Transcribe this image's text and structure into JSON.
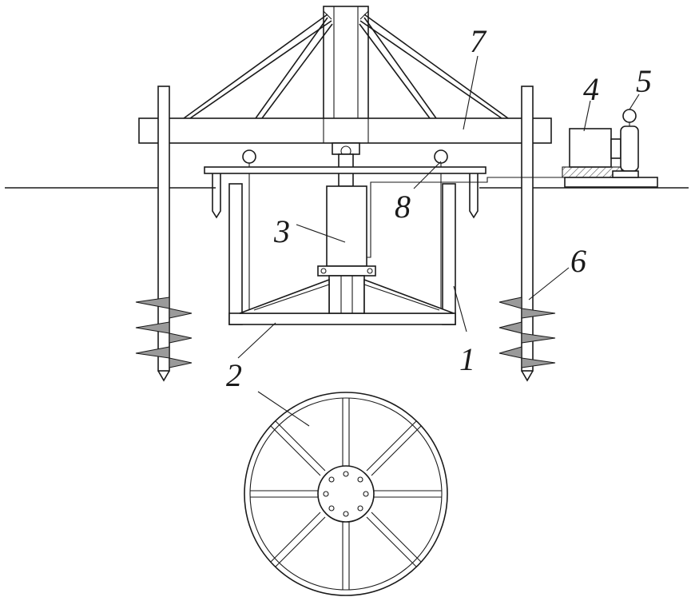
{
  "labels": {
    "frame_tank": "1",
    "bottom_plate": "2",
    "hydraulic_cylinder": "3",
    "pump_unit": "4",
    "pressure_gauge_pump": "5",
    "screw_anchor": "6",
    "reaction_beam": "7",
    "pressure_gauge_plate": "8"
  },
  "colors": {
    "line": "#1a1a1a",
    "hatch": "#9a9a9a",
    "background": "#ffffff"
  }
}
